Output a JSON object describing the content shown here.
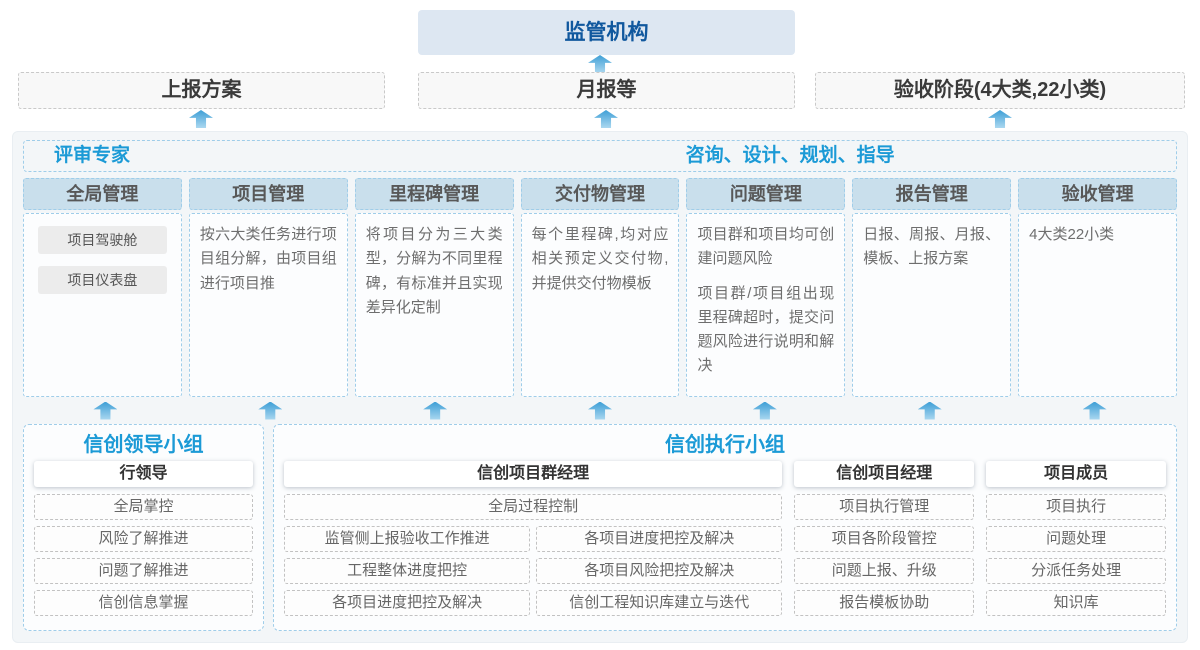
{
  "colors": {
    "accent_blue": "#1b9ad6",
    "regulator_text": "#10589e",
    "regulator_bg": "#dde7f2",
    "column_header_bg": "#c9dfec",
    "dashed_blue_border": "#9fcde9",
    "dashed_gray_border": "#c9c9c9",
    "container_bg": "#f3f6f8",
    "arrow_gradient_top": "#3e9fd6",
    "arrow_gradient_bottom": "#abd8f0"
  },
  "top": {
    "regulator": "监管机构",
    "flow_boxes": [
      "上报方案",
      "月报等",
      "验收阶段(4大类,22小类)"
    ]
  },
  "middle": {
    "expert_label": "评审专家",
    "consult_label": "咨询、设计、规划、指导",
    "columns": [
      {
        "title": "全局管理",
        "chips": [
          "项目驾驶舱",
          "项目仪表盘"
        ]
      },
      {
        "title": "项目管理",
        "paragraphs": [
          "按六大类任务进行项目组分解，由项目组进行项目推"
        ]
      },
      {
        "title": "里程碑管理",
        "paragraphs": [
          "将项目分为三大类型，分解为不同里程碑，有标准并且实现差异化定制"
        ]
      },
      {
        "title": "交付物管理",
        "paragraphs": [
          "每个里程碑,均对应相关预定义交付物,并提供交付物模板"
        ]
      },
      {
        "title": "问题管理",
        "paragraphs": [
          "项目群和项目均可创建问题风险",
          "项目群/项目组出现里程碑超时，提交问题风险进行说明和解决"
        ]
      },
      {
        "title": "报告管理",
        "paragraphs": [
          "日报、周报、月报、模板、上报方案"
        ]
      },
      {
        "title": "验收管理",
        "paragraphs": [
          "4大类22小类"
        ]
      }
    ]
  },
  "bottom": {
    "leader_group": {
      "title": "信创领导小组",
      "role": "行领导",
      "items": [
        "全局掌控",
        "风险了解推进",
        "问题了解推进",
        "信创信息掌握"
      ]
    },
    "exec_group": {
      "title": "信创执行小组",
      "program_manager": {
        "role": "信创项目群经理",
        "full_item": "全局过程控制",
        "left_items": [
          "监管侧上报验收工作推进",
          "工程整体进度把控",
          "各项目进度把控及解决"
        ],
        "right_items": [
          "各项目进度把控及解决",
          "各项目风险把控及解决",
          "信创工程知识库建立与迭代"
        ]
      },
      "project_manager": {
        "role": "信创项目经理",
        "items": [
          "项目执行管理",
          "项目各阶段管控",
          "问题上报、升级",
          "报告模板协助"
        ]
      },
      "member": {
        "role": "项目成员",
        "items": [
          "项目执行",
          "问题处理",
          "分派任务处理",
          "知识库"
        ]
      }
    }
  }
}
